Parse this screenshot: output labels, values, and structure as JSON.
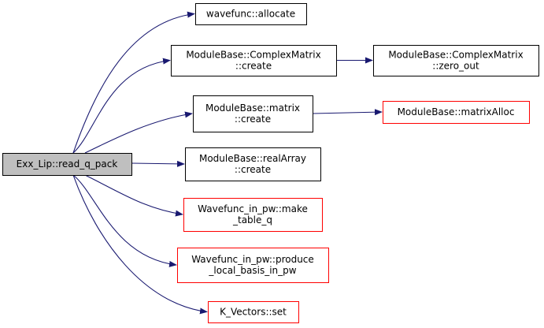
{
  "colors": {
    "edge": "#191970",
    "root_fill": "#bfbfbf",
    "node_border": "#000000",
    "incomplete_border": "#ff0000",
    "node_fill": "#ffffff"
  },
  "nodes": {
    "root": {
      "lines": [
        "Exx_Lip::read_q_pack"
      ],
      "kind": "root"
    },
    "allocate": {
      "lines": [
        "wavefunc::allocate"
      ],
      "kind": "normal"
    },
    "cm_create": {
      "lines": [
        "ModuleBase::ComplexMatrix",
        "::create"
      ],
      "kind": "normal"
    },
    "cm_zero_out": {
      "lines": [
        "ModuleBase::ComplexMatrix",
        "::zero_out"
      ],
      "kind": "normal"
    },
    "matrix_create": {
      "lines": [
        "ModuleBase::matrix",
        "::create"
      ],
      "kind": "normal"
    },
    "matrix_alloc": {
      "lines": [
        "ModuleBase::matrixAlloc"
      ],
      "kind": "incomplete"
    },
    "realarray_create": {
      "lines": [
        "ModuleBase::realArray",
        "::create"
      ],
      "kind": "normal"
    },
    "make_table_q": {
      "lines": [
        "Wavefunc_in_pw::make",
        "_table_q"
      ],
      "kind": "incomplete"
    },
    "produce_local_basis": {
      "lines": [
        "Wavefunc_in_pw::produce",
        "_local_basis_in_pw"
      ],
      "kind": "incomplete"
    },
    "kvectors_set": {
      "lines": [
        "K_Vectors::set"
      ],
      "kind": "incomplete"
    }
  },
  "edges": [
    [
      "root",
      "allocate"
    ],
    [
      "root",
      "cm_create"
    ],
    [
      "root",
      "matrix_create"
    ],
    [
      "root",
      "realarray_create"
    ],
    [
      "root",
      "make_table_q"
    ],
    [
      "root",
      "produce_local_basis"
    ],
    [
      "root",
      "kvectors_set"
    ],
    [
      "cm_create",
      "cm_zero_out"
    ],
    [
      "matrix_create",
      "matrix_alloc"
    ]
  ]
}
